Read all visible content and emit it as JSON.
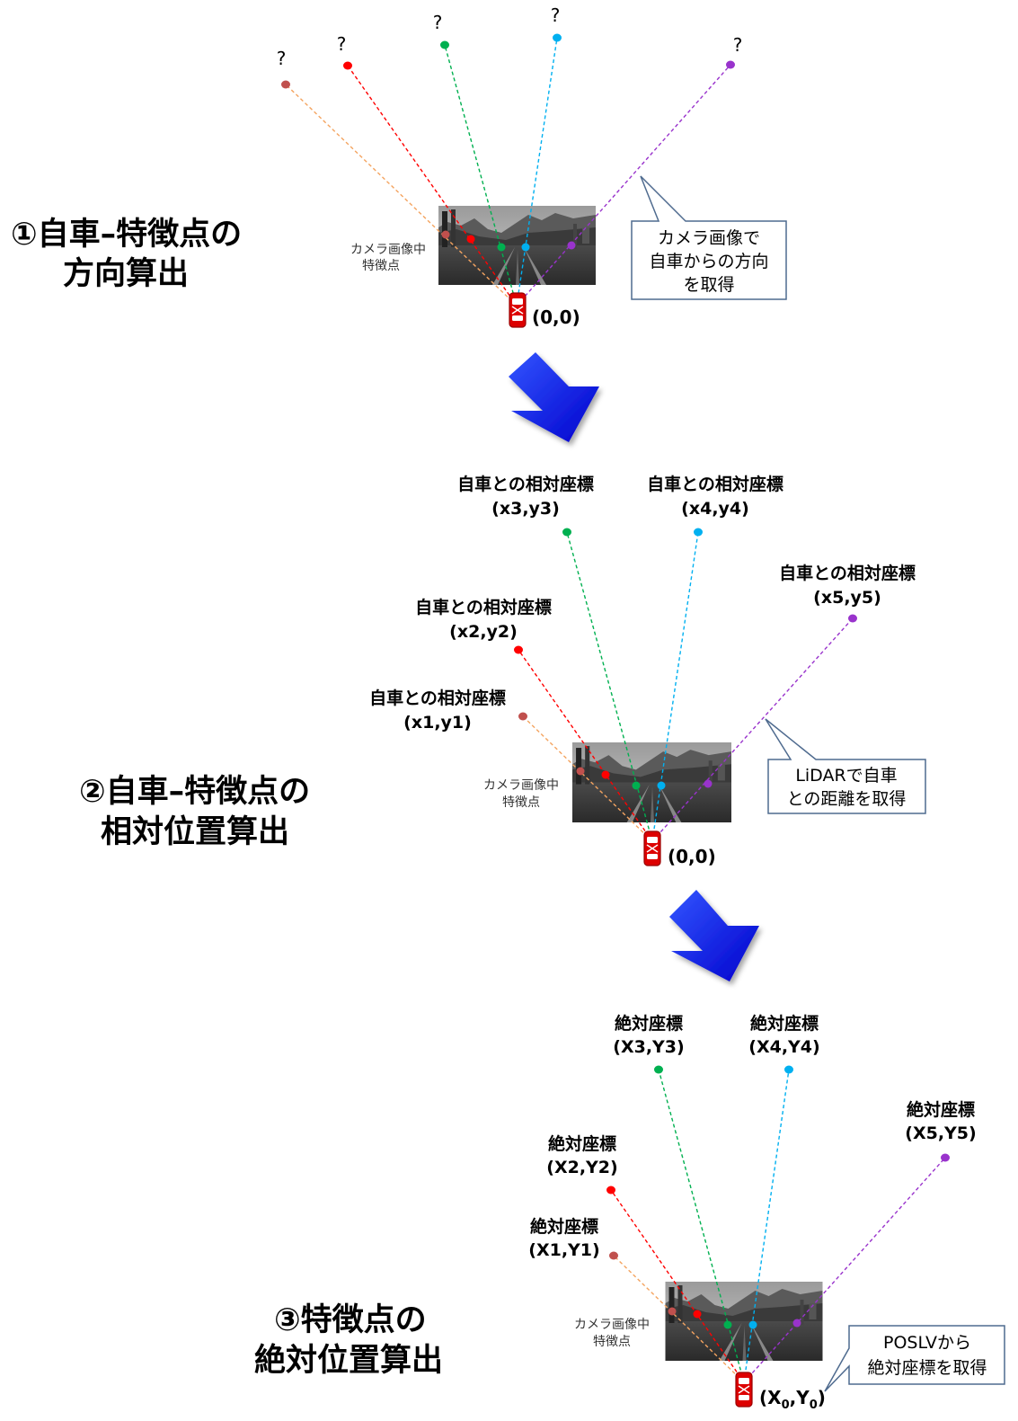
{
  "steps": [
    {
      "title_line1": "①自車–特徴点の",
      "title_line2": "方向算出",
      "camera_label_line1": "カメラ画像中",
      "camera_label_line2": "特徴点",
      "origin": "(0,0)",
      "callout_lines": [
        "カメラ画像で",
        "自車からの方向",
        "を取得"
      ],
      "point_labels": [
        "?",
        "?",
        "?",
        "?",
        "?"
      ]
    },
    {
      "title_line1": "②自車–特徴点の",
      "title_line2": "相対位置算出",
      "camera_label_line1": "カメラ画像中",
      "camera_label_line2": "特徴点",
      "origin": "(0,0)",
      "callout_lines": [
        "LiDARで自車",
        "との距離を取得"
      ],
      "point_labels": [
        {
          "line1": "自車との相対座標",
          "line2": "(x1,y1)"
        },
        {
          "line1": "自車との相対座標",
          "line2": "(x2,y2)"
        },
        {
          "line1": "自車との相対座標",
          "line2": "(x3,y3)"
        },
        {
          "line1": "自車との相対座標",
          "line2": "(x4,y4)"
        },
        {
          "line1": "自車との相対座標",
          "line2": "(x5,y5)"
        }
      ]
    },
    {
      "title_line1": "③特徴点の",
      "title_line2": "絶対位置算出",
      "camera_label_line1": "カメラ画像中",
      "camera_label_line2": "特徴点",
      "origin_main": "(X",
      "origin_sub0": "0",
      "origin_mid": ",Y",
      "origin_sub1": "0",
      "origin_end": ")",
      "callout_lines": [
        "POSLVから",
        "絶対座標を取得"
      ],
      "point_labels": [
        {
          "line1": "絶対座標",
          "line2": "(X1,Y1)"
        },
        {
          "line1": "絶対座標",
          "line2": "(X2,Y2)"
        },
        {
          "line1": "絶対座標",
          "line2": "(X3,Y3)"
        },
        {
          "line1": "絶対座標",
          "line2": "(X4,Y4)"
        },
        {
          "line1": "絶対座標",
          "line2": "(X5,Y5)"
        }
      ]
    }
  ],
  "colors": {
    "point1": "#c0504d",
    "point2": "#ff0000",
    "point3": "#00b050",
    "point4": "#00b0f0",
    "point5": "#9933cc",
    "line1": "#f4a460",
    "arrow": "#0000ff",
    "callout_border": "#4f6b8f",
    "car": "#dd0000"
  }
}
